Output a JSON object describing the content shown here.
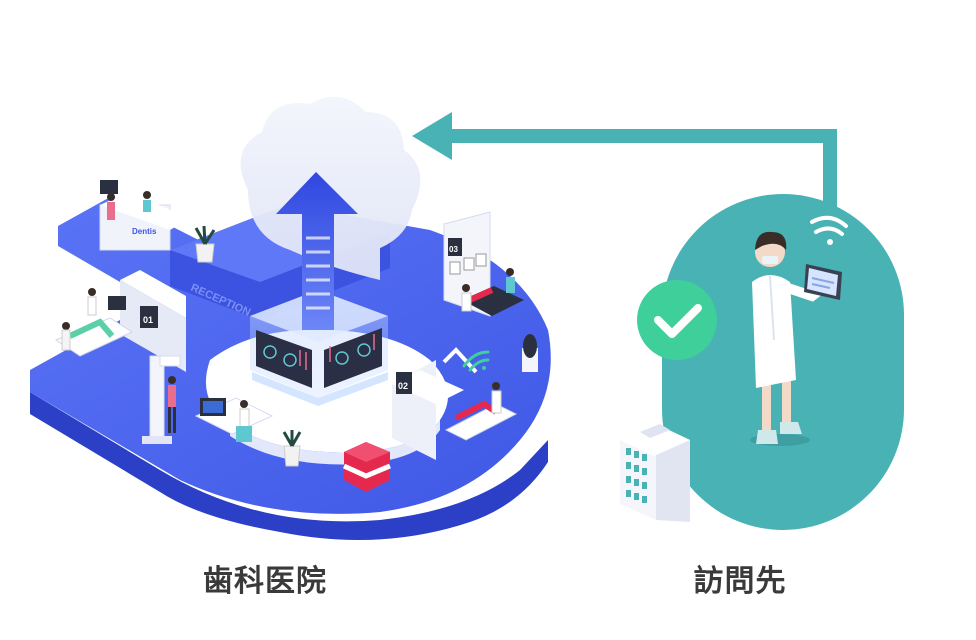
{
  "labels": {
    "clinic": "歯科医院",
    "visit": "訪問先"
  },
  "signs": {
    "reception": "RECEPTION",
    "dentis": "Dentis",
    "room1": "01",
    "room2": "02",
    "room3": "03"
  },
  "colors": {
    "platform_blue": "#4a63ef",
    "teal": "#49b2b5",
    "check_green": "#3fcf9a",
    "arrow_blue": "#3a55e8",
    "cloud": "#e9ecf8"
  }
}
